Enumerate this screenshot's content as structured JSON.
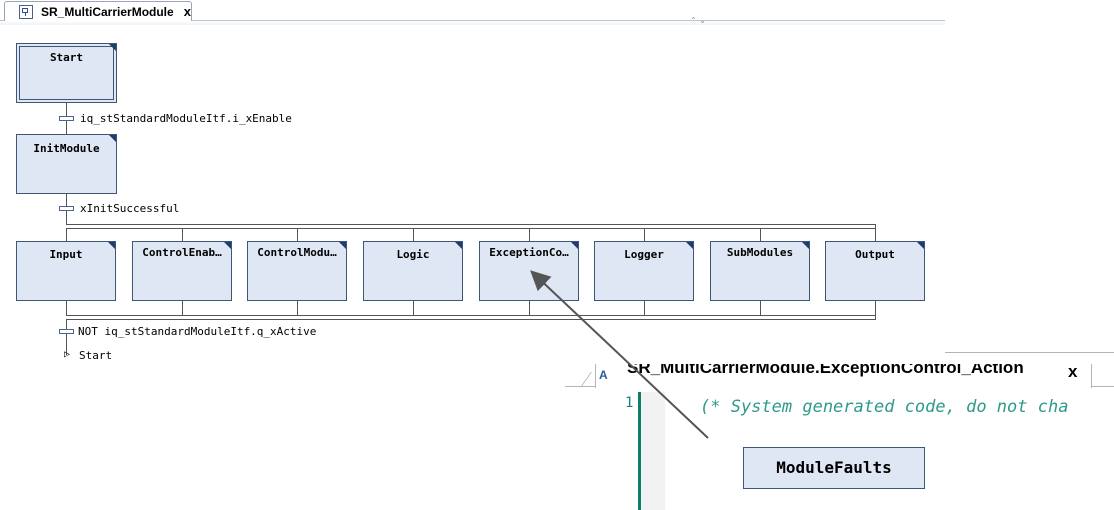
{
  "editor_tab": {
    "label": "SR_MultiCarrierModule",
    "close": "x"
  },
  "sfc": {
    "start_step": "Start",
    "init_step": "InitModule",
    "transitions": {
      "t1": "iq_stStandardModuleItf.i_xEnable",
      "t2": "xInitSuccessful",
      "t3": "NOT iq_stStandardModuleItf.q_xActive"
    },
    "parallel_steps": [
      "Input",
      "ControlEnab…",
      "ControlModu…",
      "Logic",
      "ExceptionCo…",
      "Logger",
      "SubModules",
      "Output"
    ],
    "jump": "Start"
  },
  "overlay": {
    "tab_label": "SR_MultiCarrierModule.ExceptionControl_Action",
    "tab_icon": "A",
    "tab_close": "x",
    "line_number": "1",
    "code_line": "(* System generated code, do not cha",
    "box_label": "ModuleFaults"
  }
}
